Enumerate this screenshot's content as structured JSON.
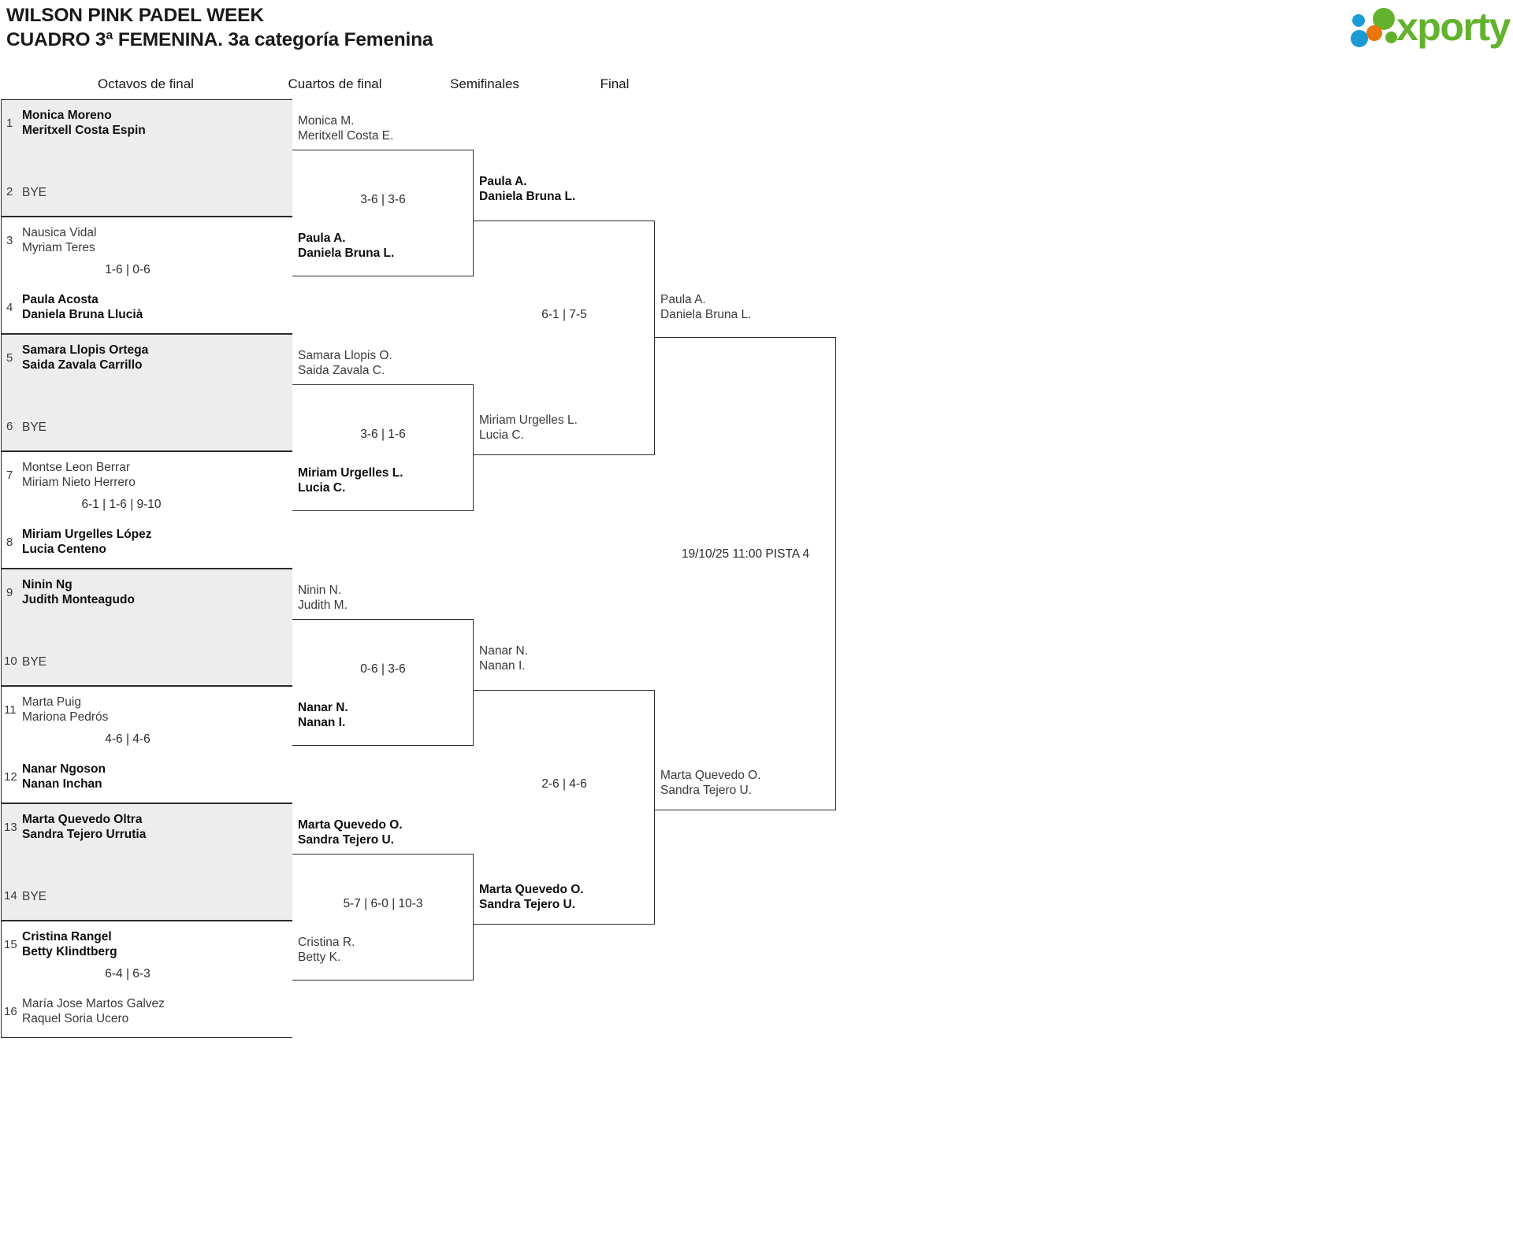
{
  "header": {
    "title_line1": "WILSON PINK PADEL WEEK",
    "title_line2": "CUADRO 3ª FEMENINA. 3a categoría Femenina",
    "logo_word": "xporty",
    "logo_colors": {
      "blue": "#1c9ad6",
      "orange": "#e8760c",
      "green": "#63b22e"
    }
  },
  "rounds": [
    {
      "label": "Octavos de final"
    },
    {
      "label": "Cuartos de final"
    },
    {
      "label": "Semifinales"
    },
    {
      "label": "Final"
    }
  ],
  "round1": {
    "matches": [
      {
        "top": {
          "seed": "1",
          "p1": "Monica Moreno",
          "p2": "Meritxell Costa Espin",
          "winner": true,
          "bye": false
        },
        "bottom": {
          "seed": "2",
          "p1": "BYE",
          "p2": "",
          "winner": false,
          "bye": true
        },
        "score": ""
      },
      {
        "top": {
          "seed": "3",
          "p1": "Nausica Vidal",
          "p2": "Myriam Teres",
          "winner": false,
          "bye": false
        },
        "bottom": {
          "seed": "4",
          "p1": "Paula Acosta",
          "p2": "Daniela Bruna Llucià",
          "winner": true,
          "bye": false
        },
        "score": "1-6 | 0-6"
      },
      {
        "top": {
          "seed": "5",
          "p1": "Samara Llopis Ortega",
          "p2": "Saida Zavala Carrillo",
          "winner": true,
          "bye": false
        },
        "bottom": {
          "seed": "6",
          "p1": "BYE",
          "p2": "",
          "winner": false,
          "bye": true
        },
        "score": ""
      },
      {
        "top": {
          "seed": "7",
          "p1": "Montse Leon Berrar",
          "p2": "Miriam Nieto Herrero",
          "winner": false,
          "bye": false
        },
        "bottom": {
          "seed": "8",
          "p1": "Miriam Urgelles López",
          "p2": "Lucia Centeno",
          "winner": true,
          "bye": false
        },
        "score": "6-1 | 1-6 | 9-10"
      },
      {
        "top": {
          "seed": "9",
          "p1": "Ninin Ng",
          "p2": "Judith Monteagudo",
          "winner": true,
          "bye": false
        },
        "bottom": {
          "seed": "10",
          "p1": "BYE",
          "p2": "",
          "winner": false,
          "bye": true
        },
        "score": ""
      },
      {
        "top": {
          "seed": "11",
          "p1": "Marta Puig",
          "p2": "Mariona Pedrós",
          "winner": false,
          "bye": false
        },
        "bottom": {
          "seed": "12",
          "p1": "Nanar Ngoson",
          "p2": "Nanan Inchan",
          "winner": true,
          "bye": false
        },
        "score": "4-6 | 4-6"
      },
      {
        "top": {
          "seed": "13",
          "p1": "Marta Quevedo Oltra",
          "p2": "Sandra Tejero Urrutia",
          "winner": true,
          "bye": false
        },
        "bottom": {
          "seed": "14",
          "p1": "BYE",
          "p2": "",
          "winner": false,
          "bye": true
        },
        "score": ""
      },
      {
        "top": {
          "seed": "15",
          "p1": "Cristina Rangel",
          "p2": "Betty Klindtberg",
          "winner": true,
          "bye": false
        },
        "bottom": {
          "seed": "16",
          "p1": "María Jose Martos Galvez",
          "p2": "Raquel Soria Ucero",
          "winner": false,
          "bye": false
        },
        "score": "6-4 | 6-3"
      }
    ]
  },
  "round2": {
    "matches": [
      {
        "top": {
          "p1": "Monica M.",
          "p2": "Meritxell Costa E.",
          "winner": false
        },
        "bottom": {
          "p1": "Paula A.",
          "p2": "Daniela Bruna L.",
          "winner": true
        },
        "score": "3-6 | 3-6"
      },
      {
        "top": {
          "p1": "Samara Llopis O.",
          "p2": "Saida Zavala C.",
          "winner": false
        },
        "bottom": {
          "p1": "Miriam Urgelles L.",
          "p2": "Lucia C.",
          "winner": true
        },
        "score": "3-6 | 1-6"
      },
      {
        "top": {
          "p1": "Ninin N.",
          "p2": "Judith M.",
          "winner": false
        },
        "bottom": {
          "p1": "Nanar N.",
          "p2": "Nanan I.",
          "winner": true
        },
        "score": "0-6 | 3-6"
      },
      {
        "top": {
          "p1": "Marta Quevedo O.",
          "p2": "Sandra Tejero U.",
          "winner": true
        },
        "bottom": {
          "p1": "Cristina R.",
          "p2": "Betty K.",
          "winner": false
        },
        "score": "5-7 | 6-0 | 10-3"
      }
    ]
  },
  "round3": {
    "matches": [
      {
        "top": {
          "p1": "Paula A.",
          "p2": "Daniela Bruna L.",
          "winner": true
        },
        "bottom": {
          "p1": "Miriam Urgelles L.",
          "p2": "Lucia C.",
          "winner": false
        },
        "score": "6-1 | 7-5"
      },
      {
        "top": {
          "p1": "Nanar N.",
          "p2": "Nanan I.",
          "winner": false
        },
        "bottom": {
          "p1": "Marta Quevedo O.",
          "p2": "Sandra Tejero U.",
          "winner": true
        },
        "score": "2-6 | 4-6"
      }
    ]
  },
  "round4": {
    "matches": [
      {
        "top": {
          "p1": "Paula A.",
          "p2": "Daniela Bruna L.",
          "winner": false
        },
        "bottom": {
          "p1": "Marta Quevedo O.",
          "p2": "Sandra Tejero U.",
          "winner": false
        },
        "score": "19/10/25 11:00 PISTA 4"
      }
    ]
  }
}
